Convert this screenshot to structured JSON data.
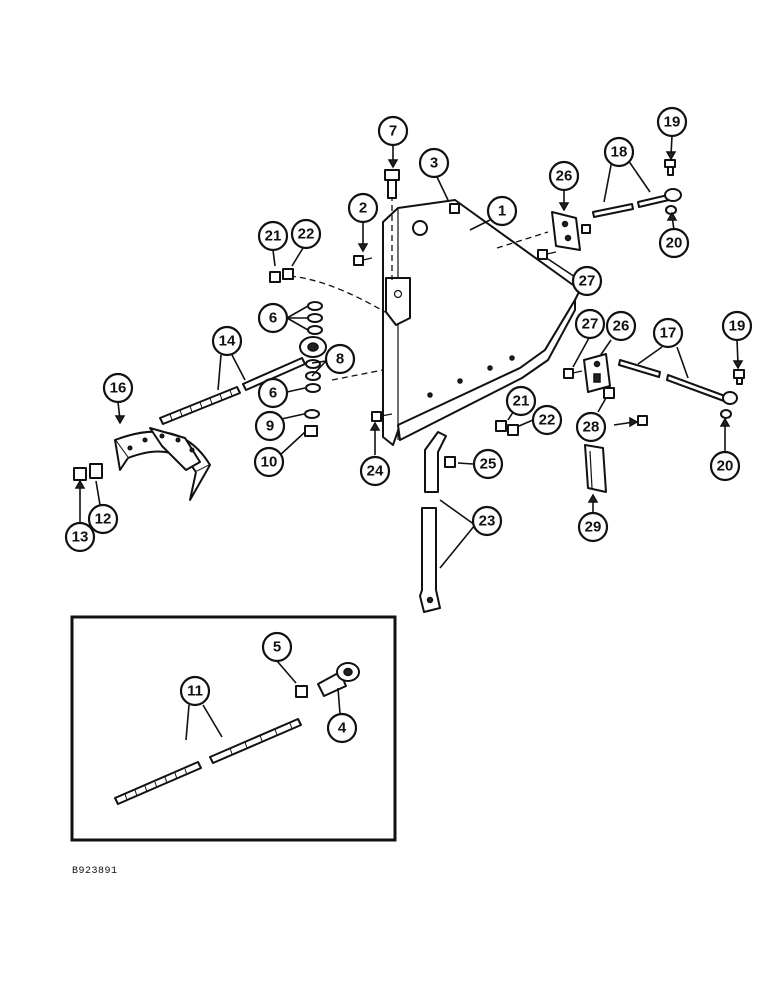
{
  "figure_id": "B923891",
  "callouts": [
    "1",
    "2",
    "3",
    "4",
    "5",
    "6",
    "7",
    "8",
    "9",
    "10",
    "11",
    "12",
    "13",
    "14",
    "16",
    "17",
    "18",
    "19",
    "20",
    "21",
    "22",
    "23",
    "24",
    "25",
    "26",
    "27",
    "28",
    "29"
  ],
  "colors": {
    "ink": "#111111",
    "paper": "#ffffff"
  }
}
